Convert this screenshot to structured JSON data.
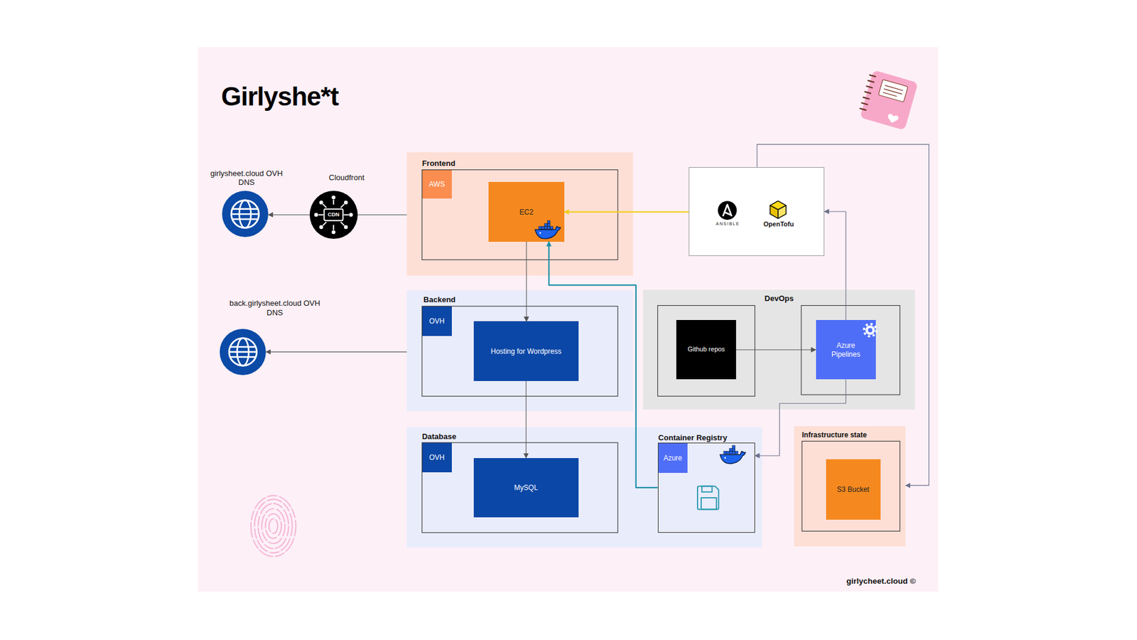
{
  "diagram": {
    "title": "Girlyshe*t",
    "caption": "girlycheet.cloud ©",
    "nodes": [
      {
        "text": [
          "girlysheet.cloud OVH DNS"
        ]
      },
      {
        "text": [
          "Cloudfront",
          "CDN"
        ]
      },
      {
        "text": [
          "Frontend"
        ]
      },
      {
        "text": [
          "AWS"
        ],
        "in": 2
      },
      {
        "text": [
          "EC2"
        ],
        "in": 2
      },
      {
        "text": [
          "ANSIBLE",
          "OpenTofu"
        ]
      },
      {
        "text": [
          "back.girlysheet.cloud OVH DNS"
        ]
      },
      {
        "text": [
          "Backend"
        ]
      },
      {
        "text": [
          "OVH"
        ],
        "in": 7
      },
      {
        "text": [
          "Hosting for Wordpress"
        ],
        "in": 7
      },
      {
        "text": [
          "DevOps"
        ]
      },
      {
        "text": [
          "Github repos"
        ],
        "in": 10
      },
      {
        "text": [
          "Azure Pipelines"
        ],
        "in": 10
      },
      {
        "text": [
          "Database"
        ]
      },
      {
        "text": [
          "OVH"
        ],
        "in": 13
      },
      {
        "text": [
          "MySQL"
        ],
        "in": 13
      },
      {
        "text": [
          "Container Registry"
        ],
        "in": 13
      },
      {
        "text": [
          "Azure"
        ],
        "in": 16
      },
      {
        "text": [
          "Infrastructure state"
        ]
      },
      {
        "text": [
          "S3 Bucket"
        ],
        "in": 18
      }
    ],
    "edges": [
      {
        "from": 2,
        "to": 1,
        "arrow": "none"
      },
      {
        "from": 1,
        "to": 0,
        "arrow": "to"
      },
      {
        "from": 4,
        "to": 9,
        "arrow": "to"
      },
      {
        "from": 9,
        "to": 15,
        "arrow": "to"
      },
      {
        "from": 7,
        "to": 6,
        "arrow": "to"
      },
      {
        "from": 5,
        "to": 4,
        "arrow": "to"
      },
      {
        "from": 11,
        "to": 12,
        "arrow": "to"
      },
      {
        "from": 12,
        "to": 5,
        "arrow": "to"
      },
      {
        "from": 12,
        "to": 16,
        "arrow": "to"
      },
      {
        "from": 16,
        "to": 4,
        "arrow": "to"
      },
      {
        "from": 5,
        "to": 18,
        "arrow": "to"
      }
    ]
  }
}
